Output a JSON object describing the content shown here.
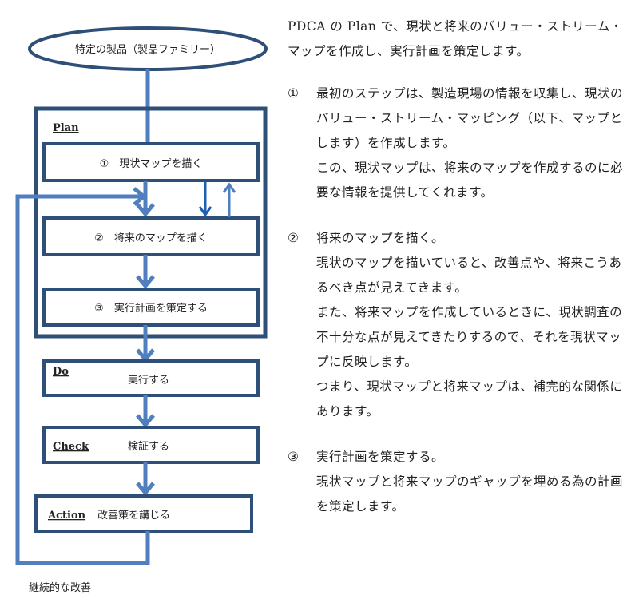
{
  "diagram": {
    "top_oval": "特定の製品（製品ファミリー）",
    "plan_label": "Plan",
    "plan_steps": [
      "①　現状マップを描く",
      "②　将来のマップを描く",
      "③　実行計画を策定する"
    ],
    "do": {
      "label": "Do",
      "text": "実行する"
    },
    "check": {
      "label": "Check",
      "text": "検証する"
    },
    "action": {
      "label": "Action",
      "text": "改善策を講じる"
    },
    "loop_label": "継続的な改善",
    "colors": {
      "box_border": "#2e4f78",
      "arrow": "#4f7fbf",
      "arrow_dark": "#1f5fb0",
      "oval_border": "#2e4f78"
    }
  },
  "description": {
    "intro": "PDCA の Plan で、現状と将来のバリュー・ストリーム・マップを作成し、実行計画を策定します。",
    "steps": [
      {
        "num": "①",
        "head": "最初のステップは、製造現場の情報を収集し、現状のバリュー・ストリーム・マッピング（以下、マップとします）を作成します。",
        "paragraphs": [
          "この、現状マップは、将来のマップを作成するのに必要な情報を提供してくれます。"
        ]
      },
      {
        "num": "②",
        "head": "将来のマップを描く。",
        "paragraphs": [
          "現状のマップを描いていると、改善点や、将来こうあるべき点が見えてきます。",
          "また、将来マップを作成しているときに、現状調査の不十分な点が見えてきたりするので、それを現状マップに反映します。",
          "つまり、現状マップと将来マップは、補完的な関係にあります。"
        ]
      },
      {
        "num": "③",
        "head": "実行計画を策定する。",
        "paragraphs": [
          "現状マップと将来マップのギャップを埋める為の計画を策定します。"
        ]
      }
    ]
  }
}
